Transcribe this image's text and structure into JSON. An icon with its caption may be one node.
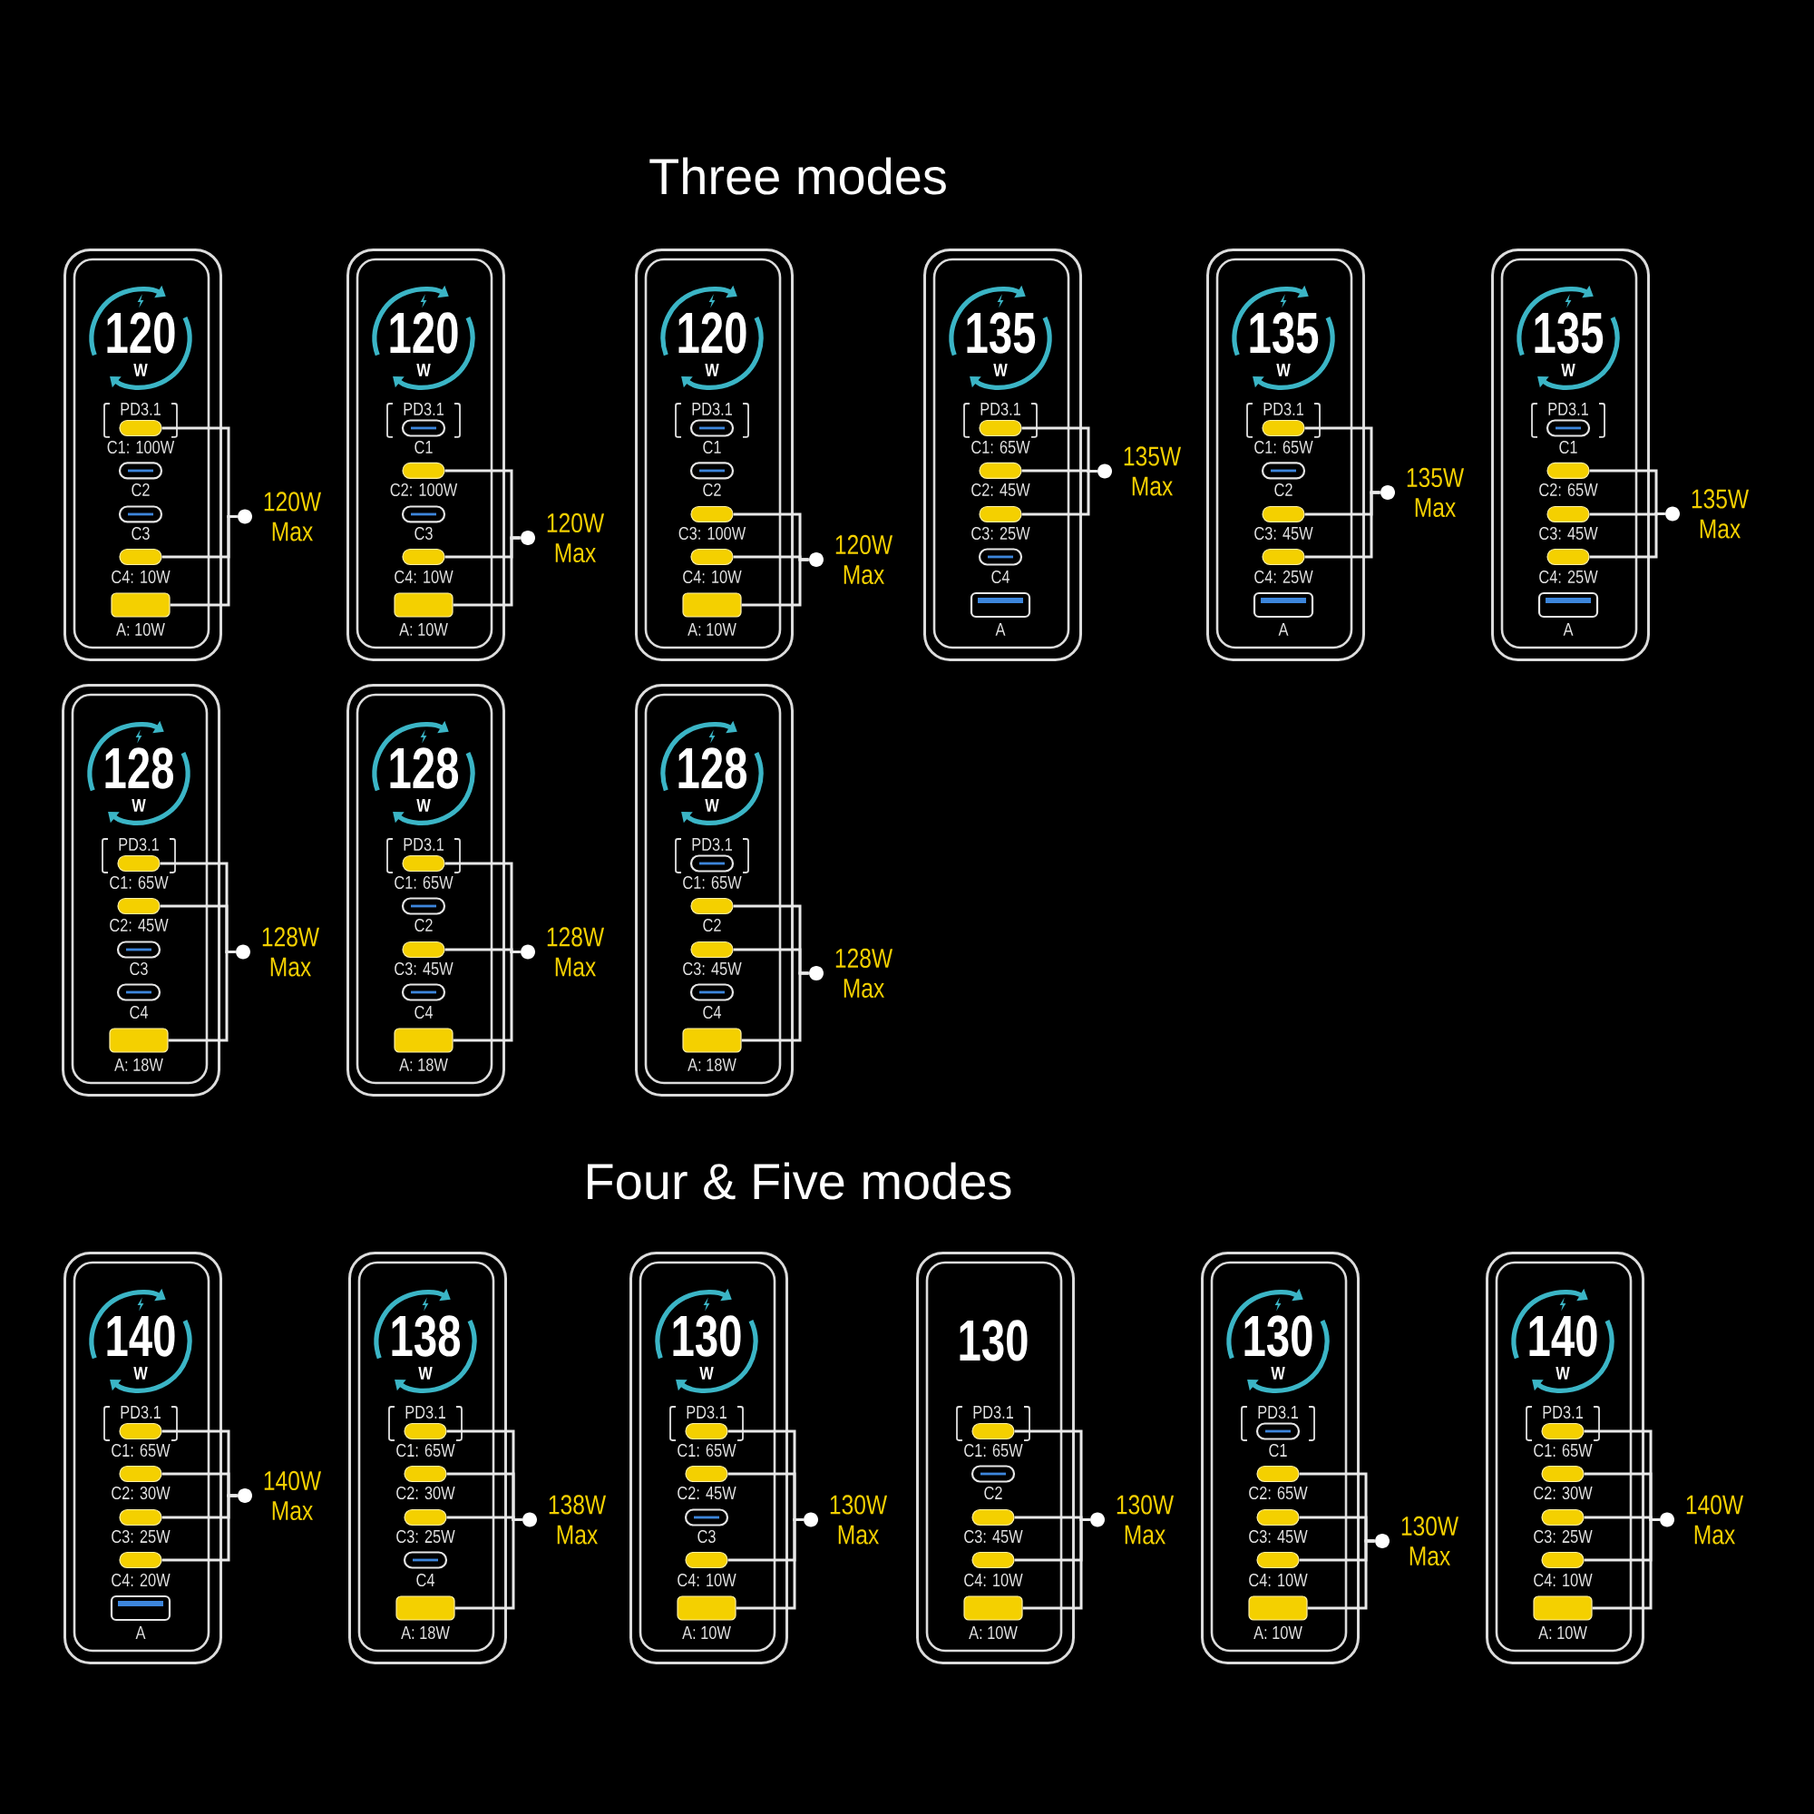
{
  "diagram": {
    "labels": [
      "Three modes",
      "Four & Five modes"
    ],
    "nodes": [
      {
        "text": [],
        "shape": "box"
      },
      {
        "text": [
          "120",
          "W"
        ],
        "in": 0
      },
      {
        "text": [
          "PD3.1"
        ],
        "in": 0
      },
      {
        "text": [],
        "shape": "capsule",
        "in": 2,
        "beside": [
          "C1: 100W"
        ]
      },
      {
        "text": [],
        "shape": "capsule",
        "in": 0,
        "beside": [
          "C2"
        ]
      },
      {
        "text": [],
        "shape": "capsule",
        "in": 0,
        "beside": [
          "C3"
        ]
      },
      {
        "text": [],
        "shape": "capsule",
        "in": 0,
        "beside": [
          "C4: 10W"
        ]
      },
      {
        "text": [],
        "shape": "box",
        "in": 0,
        "beside": [
          "A: 10W"
        ]
      },
      {
        "text": [],
        "shape": "circle",
        "beside": [
          "120W Max"
        ]
      },
      {
        "text": [],
        "shape": "box"
      },
      {
        "text": [
          "120",
          "W"
        ],
        "in": 9
      },
      {
        "text": [
          "PD3.1"
        ],
        "in": 9
      },
      {
        "text": [],
        "shape": "capsule",
        "in": 11,
        "beside": [
          "C1"
        ]
      },
      {
        "text": [],
        "shape": "capsule",
        "in": 9,
        "beside": [
          "C2: 100W"
        ]
      },
      {
        "text": [],
        "shape": "capsule",
        "in": 9,
        "beside": [
          "C3"
        ]
      },
      {
        "text": [],
        "shape": "capsule",
        "in": 9,
        "beside": [
          "C4: 10W"
        ]
      },
      {
        "text": [],
        "shape": "box",
        "in": 9,
        "beside": [
          "A: 10W"
        ]
      },
      {
        "text": [],
        "shape": "circle",
        "beside": [
          "120W Max"
        ]
      },
      {
        "text": [],
        "shape": "box"
      },
      {
        "text": [
          "120",
          "W"
        ],
        "in": 18
      },
      {
        "text": [
          "PD3.1"
        ],
        "in": 18
      },
      {
        "text": [],
        "shape": "capsule",
        "in": 20,
        "beside": [
          "C1"
        ]
      },
      {
        "text": [],
        "shape": "capsule",
        "in": 18,
        "beside": [
          "C2"
        ]
      },
      {
        "text": [],
        "shape": "capsule",
        "in": 18,
        "beside": [
          "C3: 100W"
        ]
      },
      {
        "text": [],
        "shape": "capsule",
        "in": 18,
        "beside": [
          "C4: 10W"
        ]
      },
      {
        "text": [],
        "shape": "box",
        "in": 18,
        "beside": [
          "A: 10W"
        ]
      },
      {
        "text": [],
        "shape": "circle",
        "beside": [
          "120W Max"
        ]
      },
      {
        "text": [],
        "shape": "box"
      },
      {
        "text": [
          "135",
          "W"
        ],
        "in": 27
      },
      {
        "text": [
          "PD3.1"
        ],
        "in": 27
      },
      {
        "text": [],
        "shape": "capsule",
        "in": 29,
        "beside": [
          "C1: 65W"
        ]
      },
      {
        "text": [],
        "shape": "capsule",
        "in": 27,
        "beside": [
          "C2: 45W"
        ]
      },
      {
        "text": [],
        "shape": "capsule",
        "in": 27,
        "beside": [
          "C3: 25W"
        ]
      },
      {
        "text": [],
        "shape": "capsule",
        "in": 27,
        "beside": [
          "C4"
        ]
      },
      {
        "text": [],
        "shape": "box",
        "in": 27,
        "beside": [
          "A"
        ]
      },
      {
        "text": [],
        "shape": "circle",
        "beside": [
          "135W Max"
        ]
      },
      {
        "text": [],
        "shape": "box"
      },
      {
        "text": [
          "135",
          "W"
        ],
        "in": 36
      },
      {
        "text": [
          "PD3.1"
        ],
        "in": 36
      },
      {
        "text": [],
        "shape": "capsule",
        "in": 38,
        "beside": [
          "C1: 65W"
        ]
      },
      {
        "text": [],
        "shape": "capsule",
        "in": 36,
        "beside": [
          "C2"
        ]
      },
      {
        "text": [],
        "shape": "capsule",
        "in": 36,
        "beside": [
          "C3: 45W"
        ]
      },
      {
        "text": [],
        "shape": "capsule",
        "in": 36,
        "beside": [
          "C4: 25W"
        ]
      },
      {
        "text": [],
        "shape": "box",
        "in": 36,
        "beside": [
          "A"
        ]
      },
      {
        "text": [],
        "shape": "circle",
        "beside": [
          "135W Max"
        ]
      },
      {
        "text": [],
        "shape": "box"
      },
      {
        "text": [
          "135",
          "W"
        ],
        "in": 45
      },
      {
        "text": [
          "PD3.1"
        ],
        "in": 45
      },
      {
        "text": [],
        "shape": "capsule",
        "in": 47,
        "beside": [
          "C1"
        ]
      },
      {
        "text": [],
        "shape": "capsule",
        "in": 45,
        "beside": [
          "C2: 65W"
        ]
      },
      {
        "text": [],
        "shape": "capsule",
        "in": 45,
        "beside": [
          "C3: 45W"
        ]
      },
      {
        "text": [],
        "shape": "capsule",
        "in": 45,
        "beside": [
          "C4: 25W"
        ]
      },
      {
        "text": [],
        "shape": "box",
        "in": 45,
        "beside": [
          "A"
        ]
      },
      {
        "text": [],
        "shape": "circle",
        "beside": [
          "135W Max"
        ]
      },
      {
        "text": [],
        "shape": "box"
      },
      {
        "text": [
          "128",
          "W"
        ],
        "in": 54
      },
      {
        "text": [
          "PD3.1"
        ],
        "in": 54
      },
      {
        "text": [],
        "shape": "capsule",
        "in": 56,
        "beside": [
          "C1: 65W"
        ]
      },
      {
        "text": [],
        "shape": "capsule",
        "in": 54,
        "beside": [
          "C2: 45W"
        ]
      },
      {
        "text": [],
        "shape": "capsule",
        "in": 54,
        "beside": [
          "C3"
        ]
      },
      {
        "text": [],
        "shape": "capsule",
        "in": 54,
        "beside": [
          "C4"
        ]
      },
      {
        "text": [],
        "shape": "box",
        "in": 54,
        "beside": [
          "A: 18W"
        ]
      },
      {
        "text": [],
        "shape": "circle",
        "beside": [
          "128W Max"
        ]
      },
      {
        "text": [],
        "shape": "box"
      },
      {
        "text": [
          "128",
          "W"
        ],
        "in": 63
      },
      {
        "text": [
          "PD3.1"
        ],
        "in": 63
      },
      {
        "text": [],
        "shape": "capsule",
        "in": 65,
        "beside": [
          "C1: 65W"
        ]
      },
      {
        "text": [],
        "shape": "capsule",
        "in": 63,
        "beside": [
          "C2"
        ]
      },
      {
        "text": [],
        "shape": "capsule",
        "in": 63,
        "beside": [
          "C3: 45W"
        ]
      },
      {
        "text": [],
        "shape": "capsule",
        "in": 63,
        "beside": [
          "C4"
        ]
      },
      {
        "text": [],
        "shape": "box",
        "in": 63,
        "beside": [
          "A: 18W"
        ]
      },
      {
        "text": [],
        "shape": "circle",
        "beside": [
          "128W Max"
        ]
      },
      {
        "text": [],
        "shape": "box"
      },
      {
        "text": [
          "128",
          "W"
        ],
        "in": 72
      },
      {
        "text": [
          "PD3.1"
        ],
        "in": 72
      },
      {
        "text": [],
        "shape": "capsule",
        "in": 74,
        "beside": [
          "C1: 65W"
        ]
      },
      {
        "text": [],
        "shape": "capsule",
        "in": 72,
        "beside": [
          "C2"
        ]
      },
      {
        "text": [],
        "shape": "capsule",
        "in": 72,
        "beside": [
          "C3: 45W"
        ]
      },
      {
        "text": [],
        "shape": "capsule",
        "in": 72,
        "beside": [
          "C4"
        ]
      },
      {
        "text": [],
        "shape": "box",
        "in": 72,
        "beside": [
          "A: 18W"
        ]
      },
      {
        "text": [],
        "shape": "circle",
        "beside": [
          "128W Max"
        ]
      },
      {
        "text": [],
        "shape": "box"
      },
      {
        "text": [
          "140",
          "W"
        ],
        "in": 81
      },
      {
        "text": [
          "PD3.1"
        ],
        "in": 81
      },
      {
        "text": [],
        "shape": "capsule",
        "in": 83,
        "beside": [
          "C1: 65W"
        ]
      },
      {
        "text": [],
        "shape": "capsule",
        "in": 81,
        "beside": [
          "C2: 30W"
        ]
      },
      {
        "text": [],
        "shape": "capsule",
        "in": 81,
        "beside": [
          "C3: 25W"
        ]
      },
      {
        "text": [],
        "shape": "capsule",
        "in": 81,
        "beside": [
          "C4: 20W"
        ]
      },
      {
        "text": [],
        "shape": "box",
        "in": 81,
        "beside": [
          "A"
        ]
      },
      {
        "text": [],
        "shape": "circle",
        "beside": [
          "140W Max"
        ]
      },
      {
        "text": [],
        "shape": "box"
      },
      {
        "text": [
          "138",
          "W"
        ],
        "in": 90
      },
      {
        "text": [
          "PD3.1"
        ],
        "in": 90
      },
      {
        "text": [],
        "shape": "capsule",
        "in": 92,
        "beside": [
          "C1: 65W"
        ]
      },
      {
        "text": [],
        "shape": "capsule",
        "in": 90,
        "beside": [
          "C2: 30W"
        ]
      },
      {
        "text": [],
        "shape": "capsule",
        "in": 90,
        "beside": [
          "C3: 25W"
        ]
      },
      {
        "text": [],
        "shape": "capsule",
        "in": 90,
        "beside": [
          "C4"
        ]
      },
      {
        "text": [],
        "shape": "box",
        "in": 90,
        "beside": [
          "A: 18W"
        ]
      },
      {
        "text": [],
        "shape": "circle",
        "beside": [
          "138W Max"
        ]
      },
      {
        "text": [],
        "shape": "box"
      },
      {
        "text": [
          "130",
          "W"
        ],
        "in": 99
      },
      {
        "text": [
          "PD3.1"
        ],
        "in": 99
      },
      {
        "text": [],
        "shape": "capsule",
        "in": 101,
        "beside": [
          "C1: 65W"
        ]
      },
      {
        "text": [],
        "shape": "capsule",
        "in": 99,
        "beside": [
          "C2: 45W"
        ]
      },
      {
        "text": [],
        "shape": "capsule",
        "in": 99,
        "beside": [
          "C3"
        ]
      },
      {
        "text": [],
        "shape": "capsule",
        "in": 99,
        "beside": [
          "C4: 10W"
        ]
      },
      {
        "text": [],
        "shape": "box",
        "in": 99,
        "beside": [
          "A: 10W"
        ]
      },
      {
        "text": [],
        "shape": "circle",
        "beside": [
          "130W Max"
        ]
      },
      {
        "text": [],
        "shape": "box"
      },
      {
        "text": [
          "130"
        ],
        "in": 108
      },
      {
        "text": [
          "PD3.1"
        ],
        "in": 108
      },
      {
        "text": [],
        "shape": "capsule",
        "in": 110,
        "beside": [
          "C1: 65W"
        ]
      },
      {
        "text": [],
        "shape": "capsule",
        "in": 108,
        "beside": [
          "C2"
        ]
      },
      {
        "text": [],
        "shape": "capsule",
        "in": 108,
        "beside": [
          "C3: 45W"
        ]
      },
      {
        "text": [],
        "shape": "capsule",
        "in": 108,
        "beside": [
          "C4: 10W"
        ]
      },
      {
        "text": [],
        "shape": "box",
        "in": 108,
        "beside": [
          "A: 10W"
        ]
      },
      {
        "text": [],
        "shape": "circle",
        "beside": [
          "130W Max"
        ]
      },
      {
        "text": [],
        "shape": "box"
      },
      {
        "text": [
          "130",
          "W"
        ],
        "in": 117
      },
      {
        "text": [
          "PD3.1"
        ],
        "in": 117
      },
      {
        "text": [],
        "shape": "capsule",
        "in": 119,
        "beside": [
          "C1"
        ]
      },
      {
        "text": [],
        "shape": "capsule",
        "in": 117,
        "beside": [
          "C2: 65W"
        ]
      },
      {
        "text": [],
        "shape": "capsule",
        "in": 117,
        "beside": [
          "C3: 45W"
        ]
      },
      {
        "text": [],
        "shape": "capsule",
        "in": 117,
        "beside": [
          "C4: 10W"
        ]
      },
      {
        "text": [],
        "shape": "box",
        "in": 117,
        "beside": [
          "A: 10W"
        ]
      },
      {
        "text": [],
        "shape": "circle",
        "beside": [
          "130W Max"
        ]
      },
      {
        "text": [],
        "shape": "box"
      },
      {
        "text": [
          "140",
          "W"
        ],
        "in": 126
      },
      {
        "text": [
          "PD3.1"
        ],
        "in": 126
      },
      {
        "text": [],
        "shape": "capsule",
        "in": 128,
        "beside": [
          "C1: 65W"
        ]
      },
      {
        "text": [],
        "shape": "capsule",
        "in": 126,
        "beside": [
          "C2: 30W"
        ]
      },
      {
        "text": [],
        "shape": "capsule",
        "in": 126,
        "beside": [
          "C3: 25W"
        ]
      },
      {
        "text": [],
        "shape": "capsule",
        "in": 126,
        "beside": [
          "C4: 10W"
        ]
      },
      {
        "text": [],
        "shape": "box",
        "in": 126,
        "beside": [
          "A: 10W"
        ]
      },
      {
        "text": [],
        "shape": "circle",
        "beside": [
          "140W Max"
        ]
      }
    ],
    "edges": [
      {
        "from": 3,
        "to": 8,
        "arrow": "none"
      },
      {
        "from": 6,
        "to": 8,
        "arrow": "none"
      },
      {
        "from": 7,
        "to": 8,
        "arrow": "none"
      },
      {
        "from": 13,
        "to": 17,
        "arrow": "none"
      },
      {
        "from": 15,
        "to": 17,
        "arrow": "none"
      },
      {
        "from": 16,
        "to": 17,
        "arrow": "none"
      },
      {
        "from": 23,
        "to": 26,
        "arrow": "none"
      },
      {
        "from": 24,
        "to": 26,
        "arrow": "none"
      },
      {
        "from": 25,
        "to": 26,
        "arrow": "none"
      },
      {
        "from": 30,
        "to": 35,
        "arrow": "none"
      },
      {
        "from": 31,
        "to": 35,
        "arrow": "none"
      },
      {
        "from": 32,
        "to": 35,
        "arrow": "none"
      },
      {
        "from": 39,
        "to": 44,
        "arrow": "none"
      },
      {
        "from": 41,
        "to": 44,
        "arrow": "none"
      },
      {
        "from": 42,
        "to": 44,
        "arrow": "none"
      },
      {
        "from": 49,
        "to": 53,
        "arrow": "none"
      },
      {
        "from": 50,
        "to": 53,
        "arrow": "none"
      },
      {
        "from": 51,
        "to": 53,
        "arrow": "none"
      },
      {
        "from": 57,
        "to": 62,
        "arrow": "none"
      },
      {
        "from": 58,
        "to": 62,
        "arrow": "none"
      },
      {
        "from": 61,
        "to": 62,
        "arrow": "none"
      },
      {
        "from": 66,
        "to": 71,
        "arrow": "none"
      },
      {
        "from": 68,
        "to": 71,
        "arrow": "none"
      },
      {
        "from": 70,
        "to": 71,
        "arrow": "none"
      },
      {
        "from": 76,
        "to": 80,
        "arrow": "none"
      },
      {
        "from": 77,
        "to": 80,
        "arrow": "none"
      },
      {
        "from": 79,
        "to": 80,
        "arrow": "none"
      },
      {
        "from": 84,
        "to": 89,
        "arrow": "none"
      },
      {
        "from": 85,
        "to": 89,
        "arrow": "none"
      },
      {
        "from": 86,
        "to": 89,
        "arrow": "none"
      },
      {
        "from": 87,
        "to": 89,
        "arrow": "none"
      },
      {
        "from": 93,
        "to": 98,
        "arrow": "none"
      },
      {
        "from": 94,
        "to": 98,
        "arrow": "none"
      },
      {
        "from": 95,
        "to": 98,
        "arrow": "none"
      },
      {
        "from": 97,
        "to": 98,
        "arrow": "none"
      },
      {
        "from": 102,
        "to": 107,
        "arrow": "none"
      },
      {
        "from": 103,
        "to": 107,
        "arrow": "none"
      },
      {
        "from": 105,
        "to": 107,
        "arrow": "none"
      },
      {
        "from": 106,
        "to": 107,
        "arrow": "none"
      },
      {
        "from": 111,
        "to": 116,
        "arrow": "none"
      },
      {
        "from": 113,
        "to": 116,
        "arrow": "none"
      },
      {
        "from": 114,
        "to": 116,
        "arrow": "none"
      },
      {
        "from": 115,
        "to": 116,
        "arrow": "none"
      },
      {
        "from": 121,
        "to": 125,
        "arrow": "none"
      },
      {
        "from": 122,
        "to": 125,
        "arrow": "none"
      },
      {
        "from": 123,
        "to": 125,
        "arrow": "none"
      },
      {
        "from": 124,
        "to": 125,
        "arrow": "none"
      },
      {
        "from": 129,
        "to": 134,
        "arrow": "none"
      },
      {
        "from": 130,
        "to": 134,
        "arrow": "none"
      },
      {
        "from": 131,
        "to": 134,
        "arrow": "none"
      },
      {
        "from": 132,
        "to": 134,
        "arrow": "none"
      },
      {
        "from": 133,
        "to": 134,
        "arrow": "none"
      }
    ]
  }
}
